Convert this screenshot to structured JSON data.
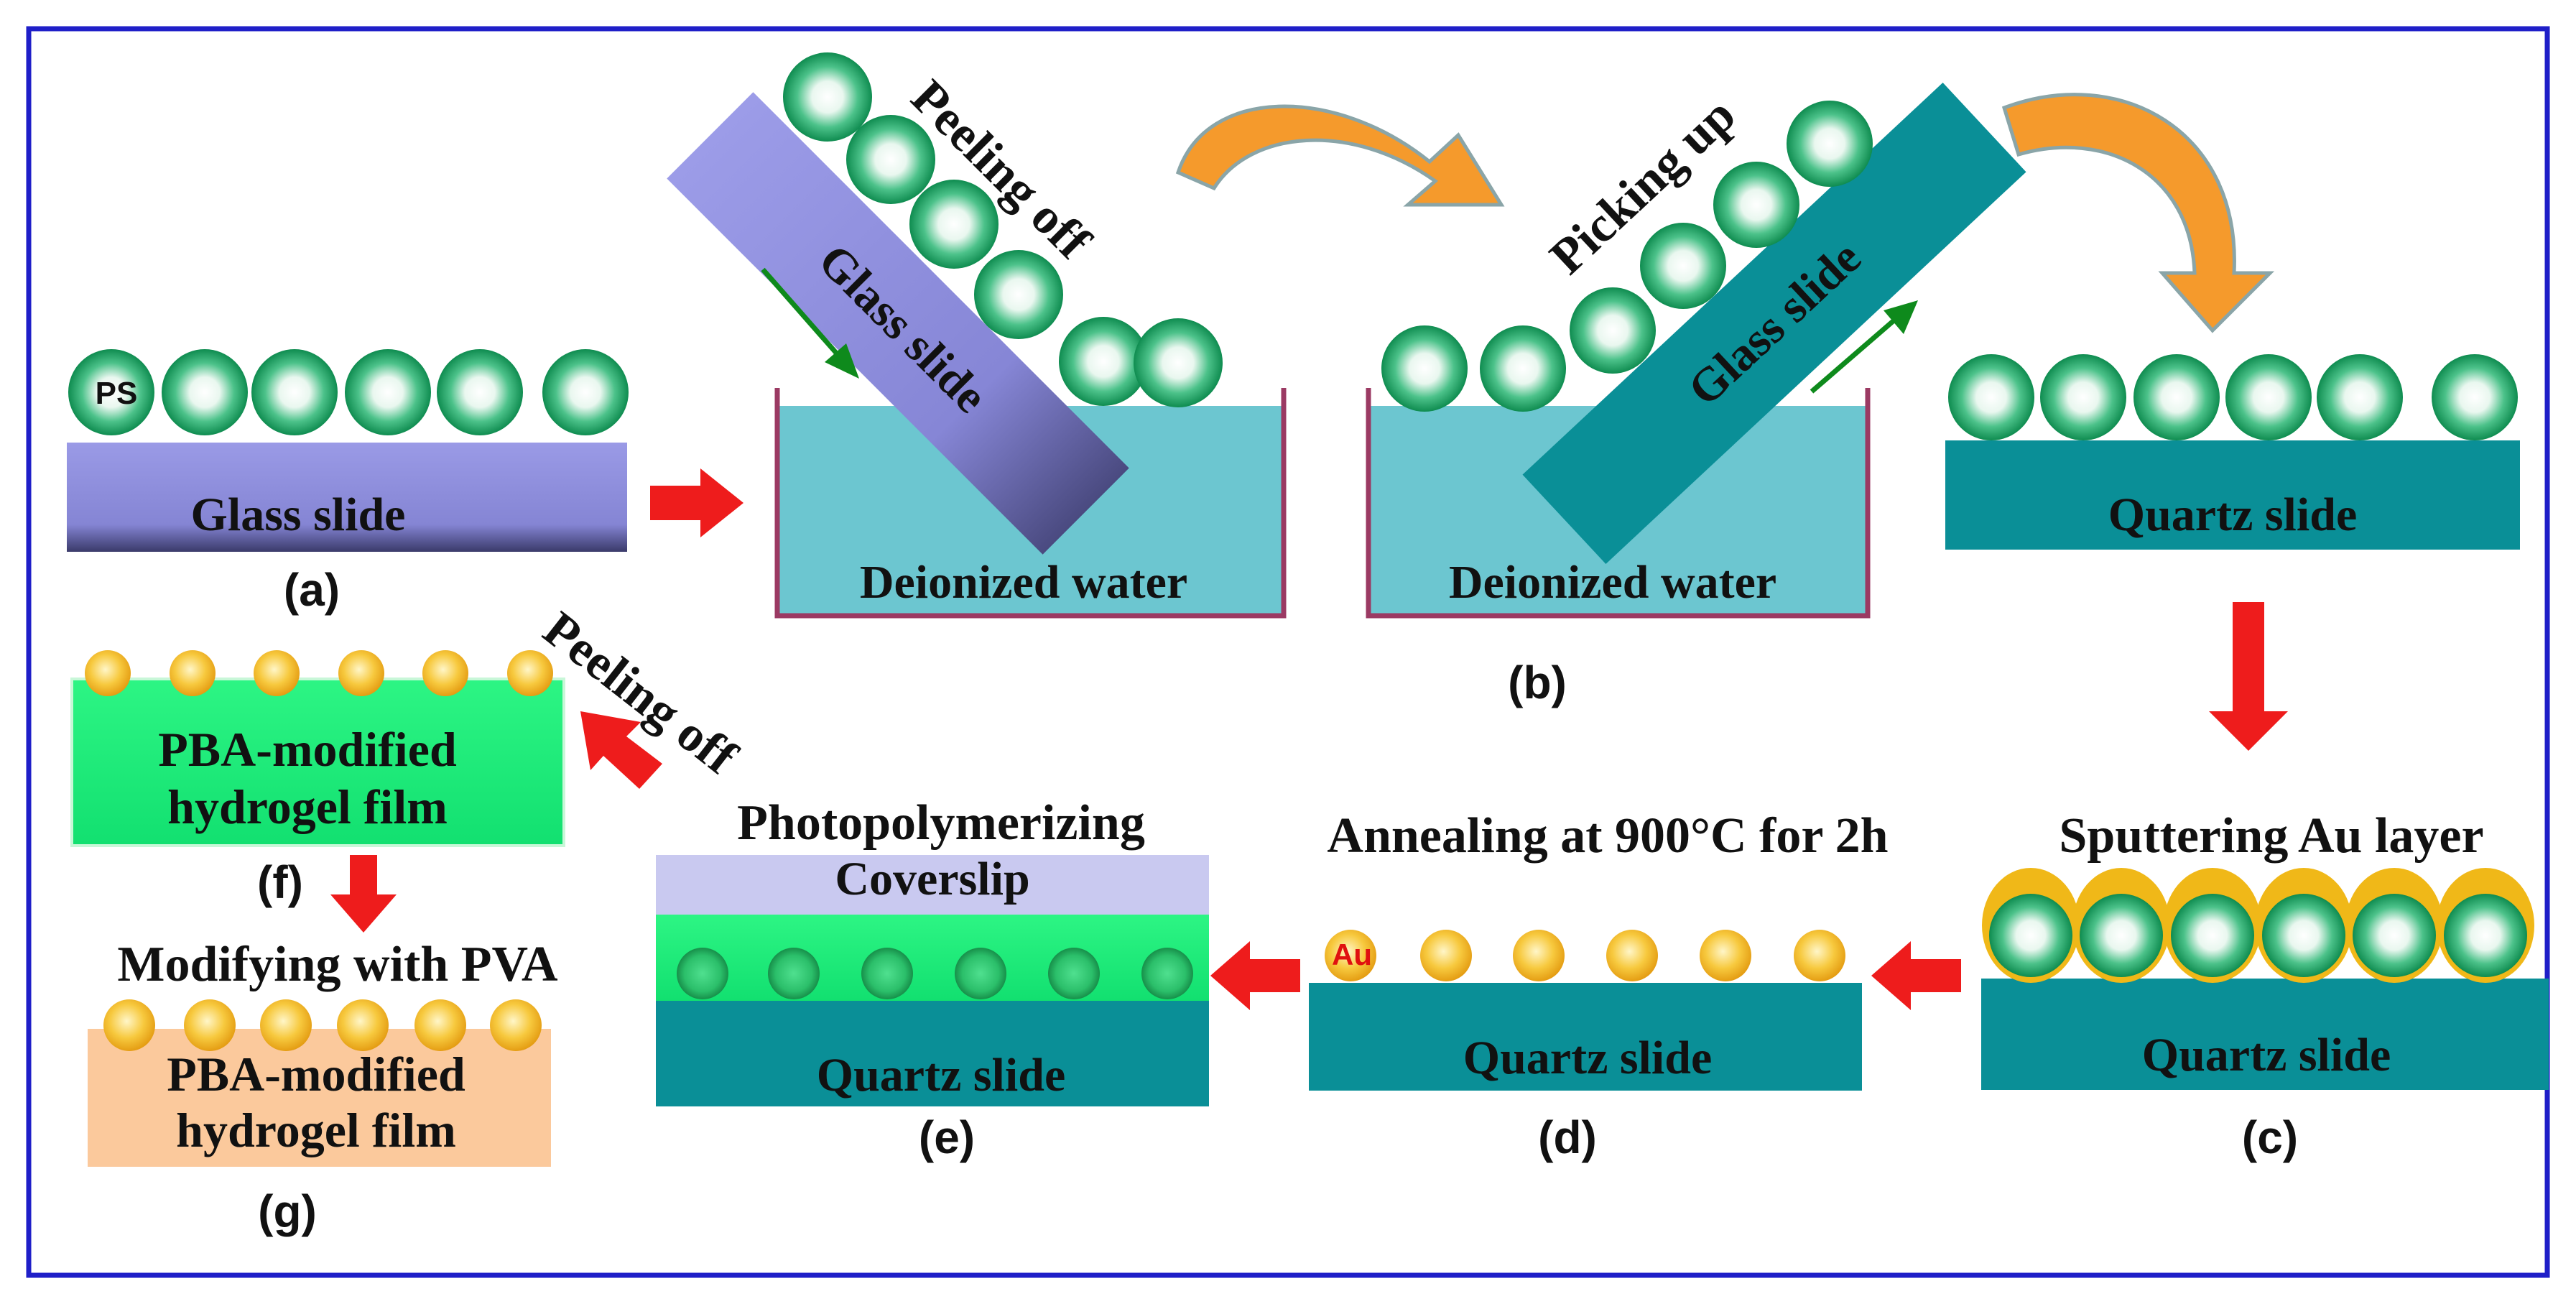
{
  "colors": {
    "frame": "#1f1fc8",
    "glass": "#8e8edc",
    "quartz": "#0a8f97",
    "water": "#6cc6d0",
    "beaker": "#9b3a63",
    "sphere_green": "#14a25e",
    "gold": "#f0b818",
    "hydrogel_green": "#1ff57f",
    "coverslip": "#c9c9f0",
    "hydrogel_peach": "#fbc99c",
    "red_arrow": "#ee1c1c",
    "orange_arrow": "#f59a2c"
  },
  "labels": {
    "ps": "PS",
    "au": "Au",
    "glass_slide_a": "Glass slide",
    "glass_slide_peel": "Glass slide",
    "glass_slide_pick": "Glass slide",
    "deionized_water_1": "Deionized water",
    "deionized_water_2": "Deionized water",
    "peeling_off_1": "Peeling off",
    "picking_up": "Picking up",
    "quartz_slide_b": "Quartz slide",
    "sputtering": "Sputtering Au layer",
    "quartz_slide_c": "Quartz slide",
    "annealing": "Annealing at 900°C for 2h",
    "quartz_slide_d": "Quartz slide",
    "photopolymerizing": "Photopolymerizing",
    "coverslip": "Coverslip",
    "quartz_slide_e": "Quartz slide",
    "peeling_off_2": "Peeling off",
    "pba_f_line1": "PBA-modified",
    "pba_f_line2": "hydrogel film",
    "modifying": "Modifying with PVA",
    "pba_g_line1": "PBA-modified",
    "pba_g_line2": "hydrogel film"
  },
  "panels": {
    "a": "(a)",
    "b": "(b)",
    "c": "(c)",
    "d": "(d)",
    "e": "(e)",
    "f": "(f)",
    "g": "(g)"
  }
}
